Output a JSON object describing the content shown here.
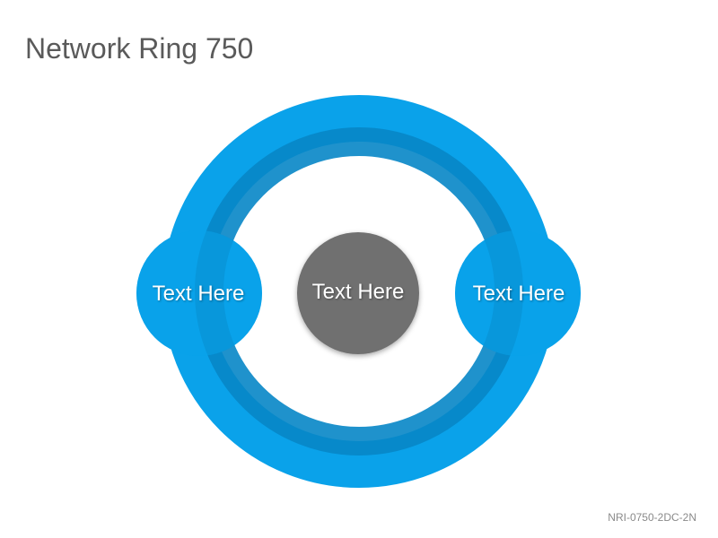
{
  "title": "Network Ring 750",
  "nodes": {
    "left": "Text Here",
    "center": "Text Here",
    "right": "Text Here"
  },
  "code": "NRI-0750-2DC-2N",
  "colors": {
    "ring": "#0aa2ea",
    "ring_shade": "#0786c6",
    "center": "#707070",
    "title": "#5a5a5a"
  }
}
